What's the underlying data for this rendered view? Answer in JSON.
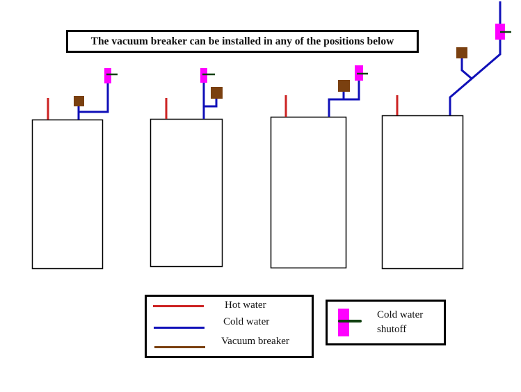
{
  "title": "The vacuum breaker can be installed in any of the positions below",
  "colors": {
    "hot_water": "#cc2222",
    "cold_water": "#1010b8",
    "vacuum_breaker": "#7a4010",
    "shutoff_body": "#ff00ff",
    "shutoff_handle": "#104010",
    "tank_outline": "#000000"
  },
  "heaters": [
    {
      "id": 1,
      "vacuum_breaker_position": "on cold inlet pipe directly above tank, below shutoff branch"
    },
    {
      "id": 2,
      "vacuum_breaker_position": "on side branch off cold riser, below shutoff"
    },
    {
      "id": 3,
      "vacuum_breaker_position": "on horizontal cold pipe between riser and shutoff"
    },
    {
      "id": 4,
      "vacuum_breaker_position": "on branch of diagonal cold pipe, below shutoff"
    }
  ],
  "legend": {
    "items": [
      {
        "label": "Hot water",
        "key": "hot_water"
      },
      {
        "label": "Cold water",
        "key": "cold_water"
      },
      {
        "label": "Vacuum breaker",
        "key": "vacuum_breaker"
      }
    ],
    "shutoff": {
      "label_line1": "Cold water",
      "label_line2": "shutoff"
    }
  }
}
